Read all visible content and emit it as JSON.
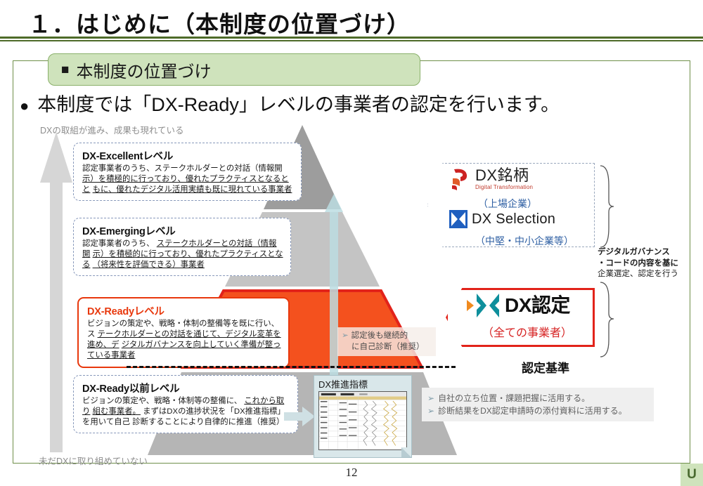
{
  "slide": {
    "title": "１．はじめに（本制度の位置づけ）",
    "page_number": "12",
    "corner_logo": "U"
  },
  "section_header": {
    "marker": "■",
    "label": "本制度の位置づけ"
  },
  "main_bullet": {
    "marker": "●",
    "text": "本制度では「DX-Ready」レベルの事業者の認定を行います。"
  },
  "axis": {
    "top_label": "DXの取組が進み、成果も現れている",
    "bottom_label": "未だDXに取り組めていない"
  },
  "levels": [
    {
      "id": "excellent",
      "title": "DX-Excellentレベル",
      "body_plain": "認定事業者のうち、ステークホルダーとの対話（情報開",
      "body_underlined_1": "示）を積極的に行っており、優れたプラクティスとなるとと",
      "body_underlined_2": "もに、優れたデジタル活用実績も既に現れている事業者"
    },
    {
      "id": "emerging",
      "title": "DX-Emergingレベル",
      "body_plain": "認定事業者のうち、",
      "body_underlined_1": "ステークホルダーとの対話（情報開",
      "body_underlined_2": "示）を積極的に行っており、優れたプラクティスとなる",
      "body_underlined_3": "（将来性を評価できる）事業者"
    },
    {
      "id": "ready",
      "title": "DX-Readyレベル",
      "body_plain": "ビジョンの策定や、戦略・体制の整備等を既に行い、ス",
      "body_underlined_1": "テークホルダーとの対話を通じて、デジタル変革を進め、デ",
      "body_underlined_2": "ジタルガバナンスを向上していく準備が整っている事業者"
    },
    {
      "id": "pre-ready",
      "title": "DX-Ready以前レベル",
      "body_plain": "ビジョンの策定や、戦略・体制等の整備に、",
      "body_underlined_1": "これから取り",
      "body_underlined_2": "組む事業者。",
      "body_line3": "まずはDXの進捗状況を「DX推進指標」を用いて自己",
      "body_line4": "診断することにより自律的に推進（推奨）"
    }
  ],
  "self_check_note": {
    "arrow": "➢",
    "line1": "認定後も継続的",
    "line2": "に自己診断（推奨）"
  },
  "callout_top": {
    "brand1_name": "DX銘柄",
    "brand1_sub": "Digital Transformation",
    "brand1_scope": "（上場企業）",
    "brand2_name": "DX Selection",
    "brand2_scope": "（中堅・中小企業等）"
  },
  "governance_note": {
    "line1": "デジタルガバナンス",
    "line2": "・コードの内容を基に",
    "line3": "企業選定、認定を行う"
  },
  "callout_cert": {
    "name": "DX認定",
    "scope": "（全ての事業者）"
  },
  "criteria": {
    "label": "認定基準"
  },
  "usage_notes": {
    "arrow": "➢",
    "item1": "自社の立ち位置・課題把握に活用する。",
    "item2": "診断結果をDX認定申請時の添付資料に活用する。"
  },
  "thumbnail": {
    "title": "DX推進指標"
  },
  "colors": {
    "green_rule": "#4e6b29",
    "green_header_fill": "#cfe3bc",
    "red_accent": "#e2231a",
    "orange_band": "#f4511e",
    "pyramid_dark": "#9d9d9d",
    "pyramid_light": "#c4c4c4",
    "blue_text": "#2e5fa3",
    "teal_mark": "#0e8f9c",
    "orange_mark": "#f08a1e"
  }
}
